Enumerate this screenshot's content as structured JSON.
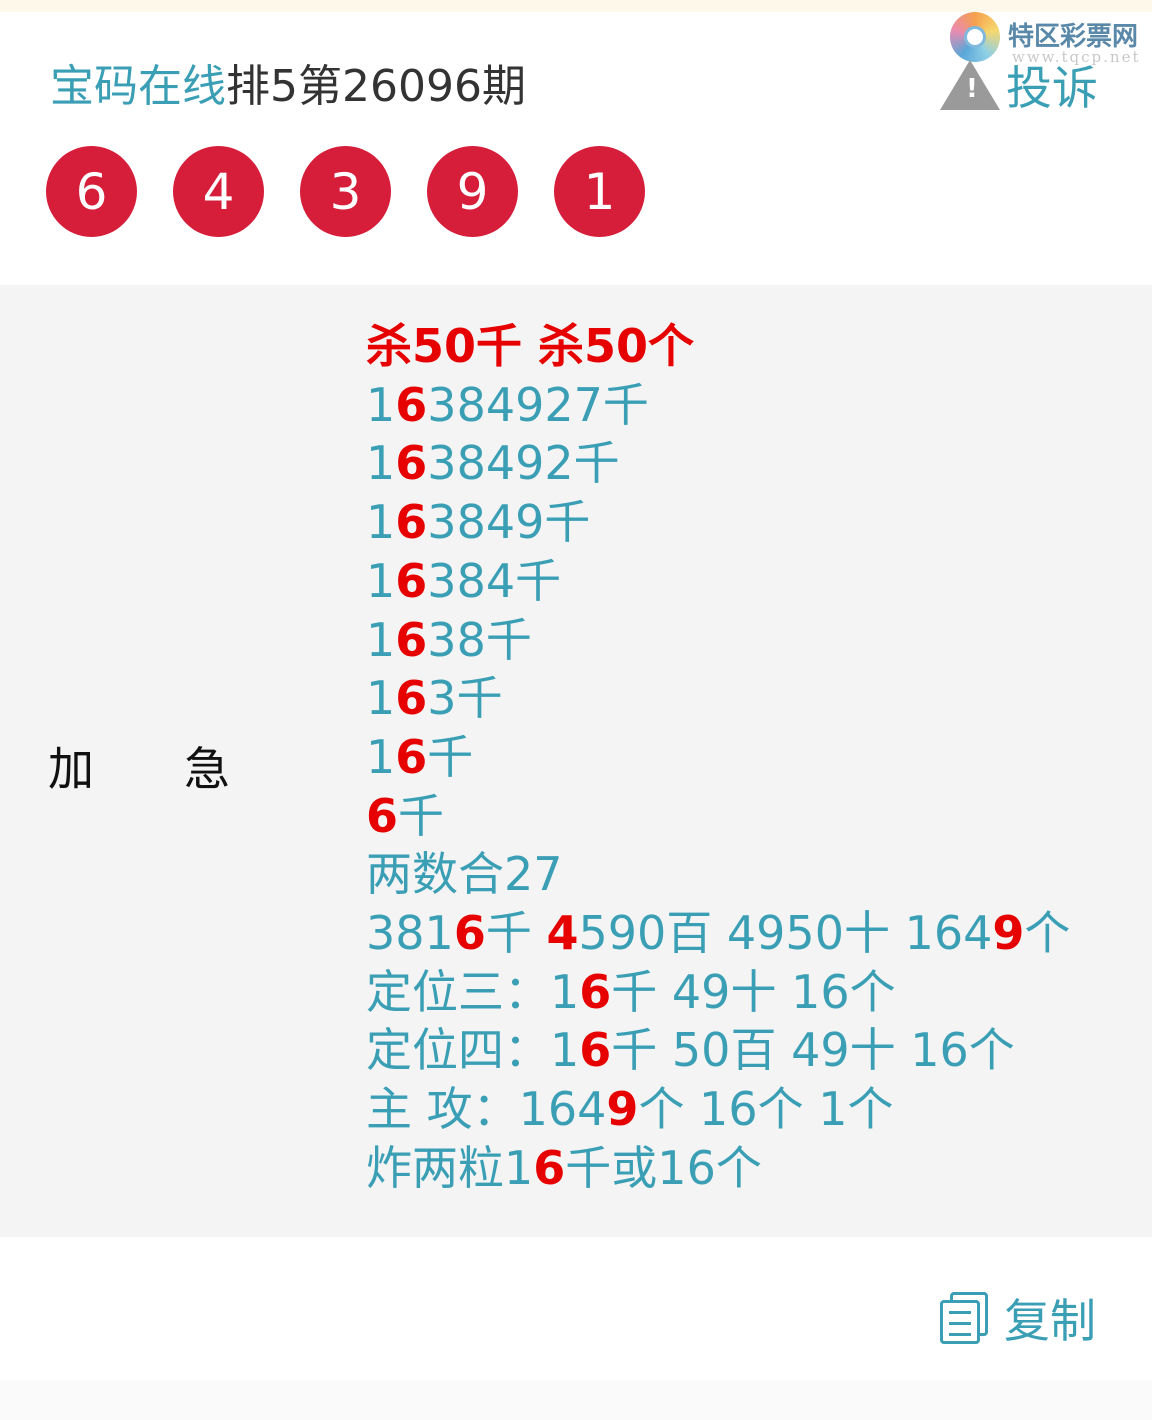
{
  "header": {
    "brand": "宝码在线",
    "title": "排5第26096期",
    "logo_text": "特区彩票网",
    "logo_url": "www.tqcp.net",
    "complain_label": "投诉"
  },
  "balls": [
    "6",
    "4",
    "3",
    "9",
    "1"
  ],
  "colors": {
    "accent": "#3a9fb5",
    "highlight": "#e60000",
    "ball": "#d61e3a",
    "panel": "#f4f4f4"
  },
  "panel": {
    "label_left": "加",
    "label_right": "急",
    "lines": [
      [
        {
          "t": "杀50千 杀50个",
          "hl": true
        }
      ],
      [
        {
          "t": "1"
        },
        {
          "t": "6",
          "hl": true
        },
        {
          "t": "384927千"
        }
      ],
      [
        {
          "t": "1"
        },
        {
          "t": "6",
          "hl": true
        },
        {
          "t": "38492千"
        }
      ],
      [
        {
          "t": "1"
        },
        {
          "t": "6",
          "hl": true
        },
        {
          "t": "3849千"
        }
      ],
      [
        {
          "t": "1"
        },
        {
          "t": "6",
          "hl": true
        },
        {
          "t": "384千"
        }
      ],
      [
        {
          "t": "1"
        },
        {
          "t": "6",
          "hl": true
        },
        {
          "t": "38千"
        }
      ],
      [
        {
          "t": "1"
        },
        {
          "t": "6",
          "hl": true
        },
        {
          "t": "3千"
        }
      ],
      [
        {
          "t": "1"
        },
        {
          "t": "6",
          "hl": true
        },
        {
          "t": "千"
        }
      ],
      [
        {
          "t": "6",
          "hl": true
        },
        {
          "t": "千"
        }
      ],
      [
        {
          "t": "两数合27"
        }
      ],
      [
        {
          "t": "381"
        },
        {
          "t": "6",
          "hl": true
        },
        {
          "t": "千 "
        },
        {
          "t": "4",
          "hl": true
        },
        {
          "t": "590百 4950十 164"
        },
        {
          "t": "9",
          "hl": true
        },
        {
          "t": "个"
        }
      ],
      [
        {
          "t": "定位三：1"
        },
        {
          "t": "6",
          "hl": true
        },
        {
          "t": "千 49十 16个"
        }
      ],
      [
        {
          "t": "定位四：1"
        },
        {
          "t": "6",
          "hl": true
        },
        {
          "t": "千 50百 49十 16个"
        }
      ],
      [
        {
          "t": "主 攻：164"
        },
        {
          "t": "9",
          "hl": true
        },
        {
          "t": "个 16个 1个"
        }
      ],
      [
        {
          "t": "炸两粒1"
        },
        {
          "t": "6",
          "hl": true
        },
        {
          "t": "千或16个"
        }
      ]
    ]
  },
  "footer": {
    "copy_label": "复制"
  }
}
